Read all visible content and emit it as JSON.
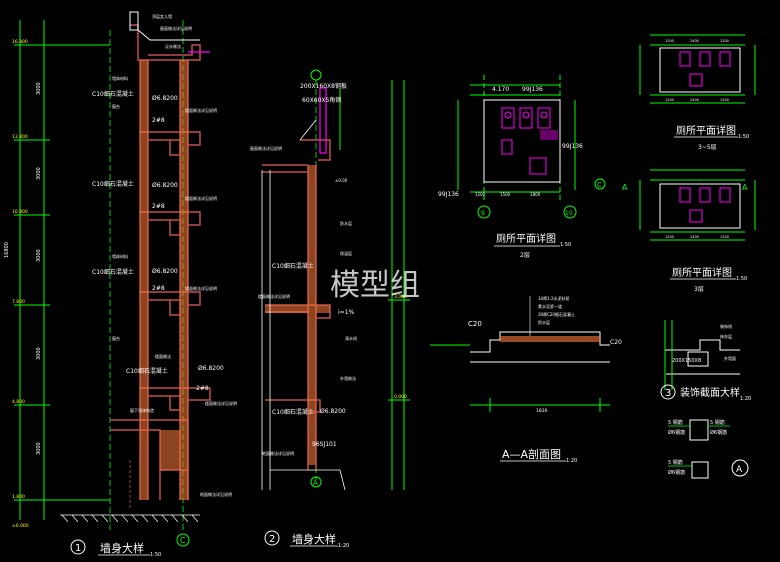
{
  "watermark": "模型组",
  "colors": {
    "background": "#000000",
    "wall": "#c05050",
    "dim": "#00ff00",
    "text": "#ffffff",
    "cyan": "#00ffff",
    "yellow": "#ffff00",
    "magenta": "#ff00ff",
    "hatch": "#ff7a3a"
  },
  "detail1": {
    "title": "墙身大样",
    "number": "1",
    "scale": "1:50",
    "axis": "C",
    "concrete_label": "C10细石混凝土",
    "rebar_label": "Ø6.8200",
    "rebar2_label": "2#8",
    "levels": [
      "16.800",
      "13.800",
      "10.800",
      "7.800",
      "4.800",
      "1.800",
      "±0.000"
    ]
  },
  "detail2": {
    "title": "墙身大样",
    "number": "2",
    "scale": "1:20",
    "axis": "A",
    "top_labels": [
      "200X160X8钢板",
      "60X60X5角钢"
    ],
    "concrete_label": "C10细石混凝土",
    "rebar_label": "Ø6.8200",
    "std_label": "96SJ101",
    "slope_label": "i=1%"
  },
  "toilet2": {
    "title": "厕所平面详图",
    "scale": "1:50",
    "floor": "2层",
    "dims": [
      "4.170",
      "99J136"
    ],
    "axes": [
      "C",
      "10",
      "9"
    ]
  },
  "toilet35": {
    "title": "厕所平面详图",
    "scale": "1:50",
    "floor": "3~5层"
  },
  "toilet3": {
    "title": "厕所平面详图",
    "scale": "1:50",
    "floor": "3层",
    "axis": "A"
  },
  "sectionA": {
    "title": "A—A剖面图",
    "scale": "1:20",
    "label": "C20"
  },
  "detail3": {
    "title": "装饰截面大样",
    "number": "3",
    "scale": "1:20",
    "note": "200X150X8"
  },
  "stair": {
    "labels": [
      "5 钢筋",
      "Ø6钢筋",
      "5 钢筋",
      "Ø6钢筋"
    ],
    "axis": "A"
  }
}
